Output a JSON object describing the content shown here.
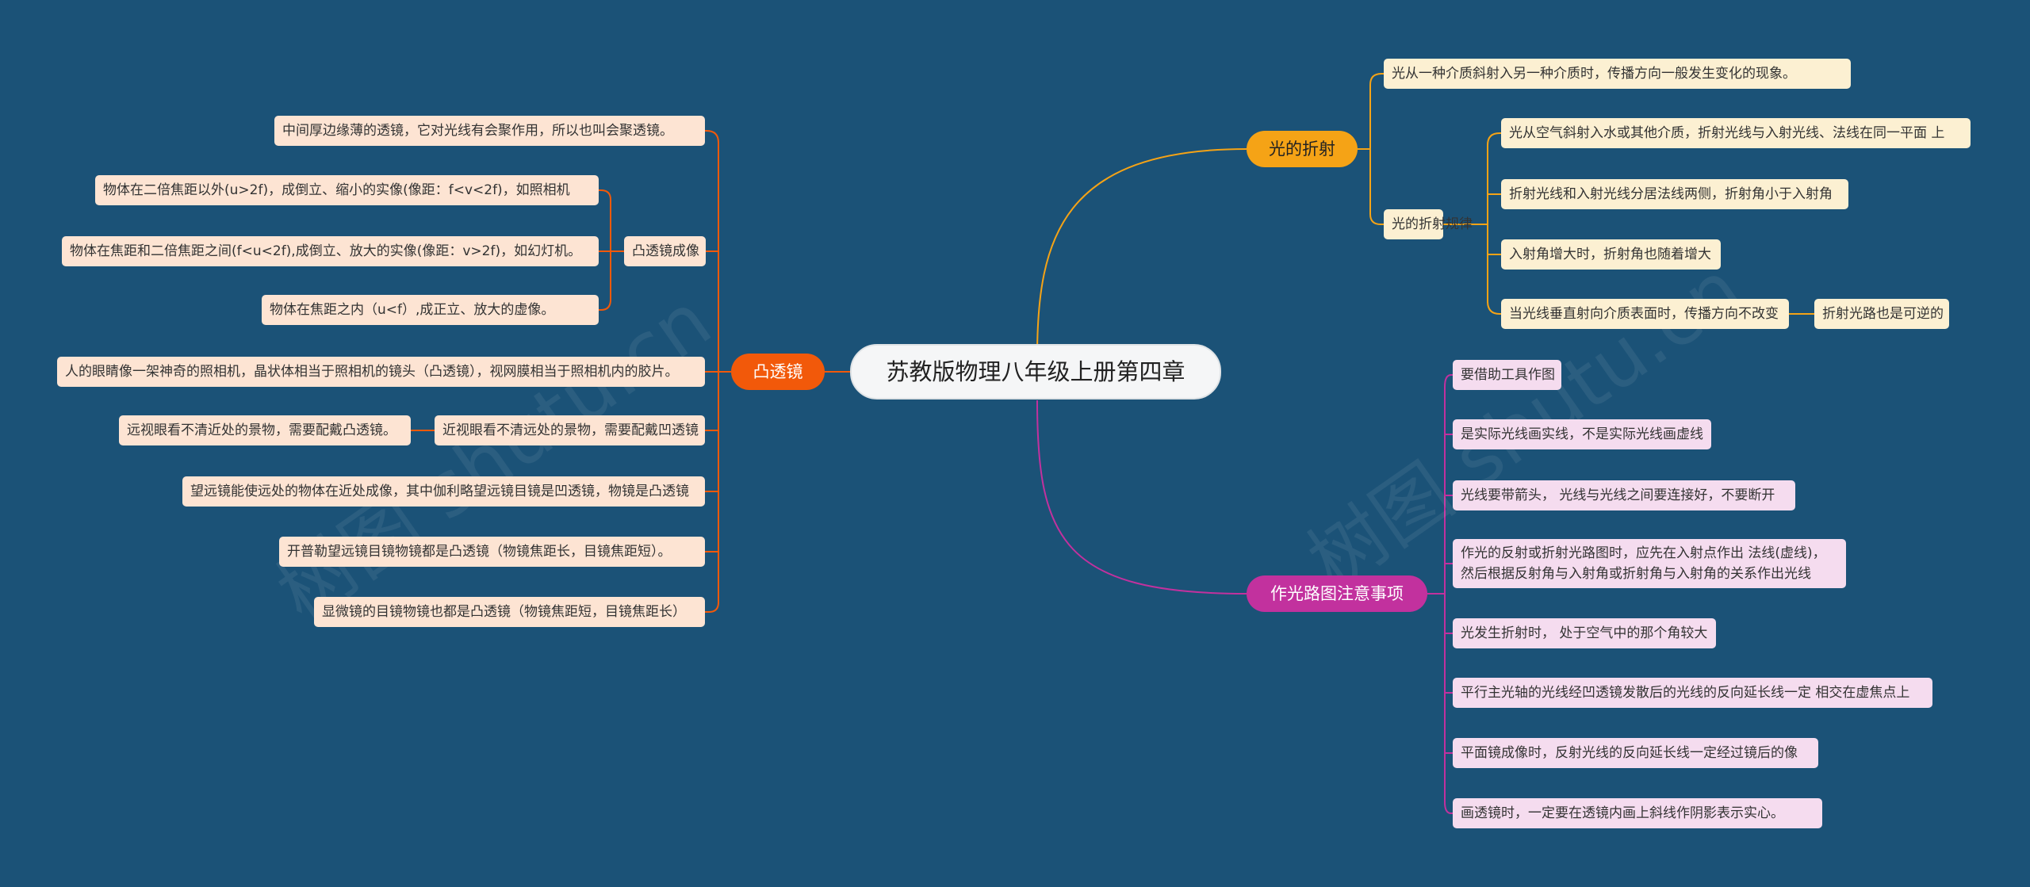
{
  "root": "苏教版物理八年级上册第四章",
  "left_branch": {
    "label": "凸透镜",
    "items": {
      "converge": "中间厚边缘薄的透镜，它对光线有会聚作用，所以也叫会聚透镜。",
      "imaging": {
        "label": "凸透镜成像",
        "children": [
          "物体在二倍焦距以外(u>2f)，成倒立、缩小的实像(像距：f<v<2f)，如照相机",
          "物体在焦距和二倍焦距之间(f<u<2f),成倒立、放大的实像(像距：v>2f)，如幻灯机。",
          "物体在焦距之内（u<f）,成正立、放大的虚像。"
        ]
      },
      "eye": "人的眼睛像一架神奇的照相机，晶状体相当于照相机的镜头（凸透镜），视网膜相当于照相机内的胶片。",
      "myopia": "近视眼看不清远处的景物，需要配戴凹透镜",
      "hyperopia": "远视眼看不清近处的景物，需要配戴凸透镜。",
      "telescope": "望远镜能使远处的物体在近处成像，其中伽利略望远镜目镜是凹透镜，物镜是凸透镜",
      "kepler": "开普勒望远镜目镜物镜都是凸透镜（物镜焦距长，目镜焦距短）。",
      "microscope": "显微镜的目镜物镜也都是凸透镜（物镜焦距短，目镜焦距长）"
    }
  },
  "refraction_branch": {
    "label": "光的折射",
    "definition": "光从一种介质斜射入另一种介质时，传播方向一般发生变化的现象。",
    "rules": {
      "label": "光的折射规律",
      "children": [
        "光从空气斜射入水或其他介质，折射光线与入射光线、法线在同一平面 上",
        "折射光线和入射光线分居法线两侧，折射角小于入射角",
        "入射角增大时，折射角也随着增大",
        "当光线垂直射向介质表面时，传播方向不改变"
      ],
      "reversible": "折射光路也是可逆的"
    }
  },
  "drawing_branch": {
    "label": "作光路图注意事项",
    "items": [
      "要借助工具作图",
      "是实际光线画实线，不是实际光线画虚线",
      "光线要带箭头， 光线与光线之间要连接好，不要断开",
      "作光的反射或折射光路图时，应先在入射点作出 法线(虚线)，然后根据反射角与入射角或折射角与入射角的关系作出光线",
      "光发生折射时， 处于空气中的那个角较大",
      "平行主光轴的光线经凹透镜发散后的光线的反向延长线一定 相交在虚焦点上",
      "平面镜成像时，反射光线的反向延长线一定经过镜后的像",
      "画透镜时，一定要在透镜内画上斜线作阴影表示实心。"
    ]
  },
  "colors": {
    "background": "#1b5277",
    "orange": "#f2590a",
    "yellow": "#f5a316",
    "pink": "#c2319e"
  },
  "watermark": "树图 shutu.cn"
}
